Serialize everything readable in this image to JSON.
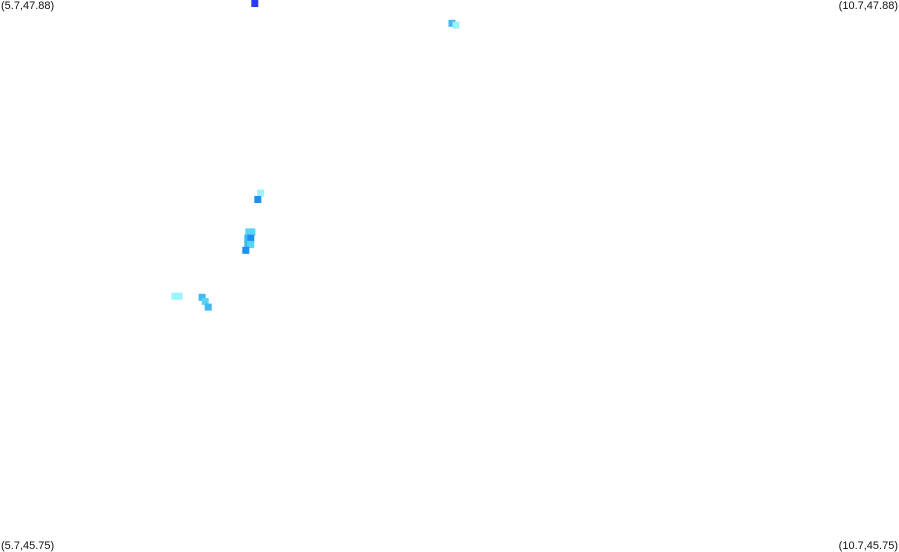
{
  "corners": {
    "top_left": "(5.7,47.88)",
    "top_right": "(10.7,47.88)",
    "bottom_left": "(5.7,45.75)",
    "bottom_right": "(10.7,45.75)"
  },
  "extent": {
    "lon_min": 5.7,
    "lon_max": 10.7,
    "lat_min": 45.75,
    "lat_max": 47.88
  },
  "colors": {
    "background": "#ffffff",
    "light_cyan": "#99f5fb",
    "cyan": "#55d4f4",
    "sky": "#3fb9f0",
    "blue": "#1e8ef0",
    "deep_blue": "#2a3cf0"
  },
  "points": [
    {
      "lon": 7.117,
      "lat": 47.877,
      "color": "deep_blue"
    },
    {
      "lon": 8.214,
      "lat": 47.79,
      "color": "sky"
    },
    {
      "lon": 8.236,
      "lat": 47.783,
      "color": "light_cyan"
    },
    {
      "lon": 7.15,
      "lat": 47.135,
      "color": "light_cyan"
    },
    {
      "lon": 7.134,
      "lat": 47.11,
      "color": "blue"
    },
    {
      "lon": 7.084,
      "lat": 46.985,
      "color": "cyan"
    },
    {
      "lon": 7.101,
      "lat": 46.985,
      "color": "cyan"
    },
    {
      "lon": 7.078,
      "lat": 46.961,
      "color": "sky"
    },
    {
      "lon": 7.095,
      "lat": 46.961,
      "color": "blue"
    },
    {
      "lon": 7.078,
      "lat": 46.937,
      "color": "sky"
    },
    {
      "lon": 7.095,
      "lat": 46.937,
      "color": "cyan"
    },
    {
      "lon": 7.067,
      "lat": 46.914,
      "color": "blue"
    },
    {
      "lon": 6.673,
      "lat": 46.737,
      "color": "light_cyan"
    },
    {
      "lon": 6.696,
      "lat": 46.737,
      "color": "light_cyan"
    },
    {
      "lon": 6.824,
      "lat": 46.733,
      "color": "sky"
    },
    {
      "lon": 6.841,
      "lat": 46.717,
      "color": "cyan"
    },
    {
      "lon": 6.858,
      "lat": 46.695,
      "color": "sky"
    }
  ]
}
